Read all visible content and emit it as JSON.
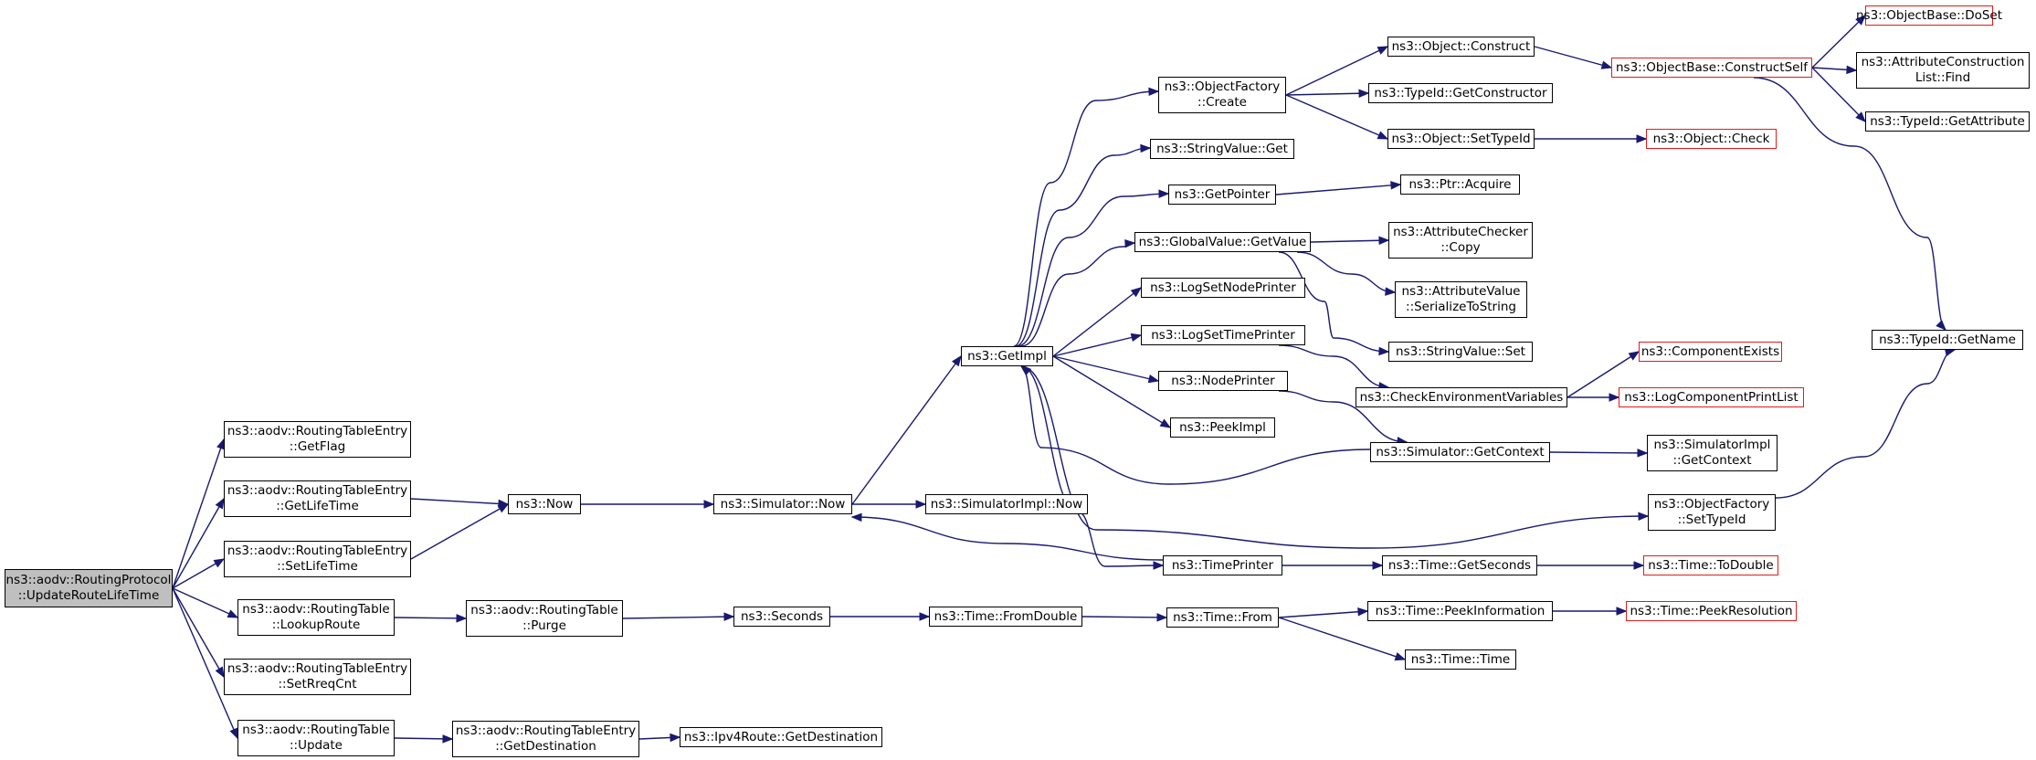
{
  "graph": {
    "type": "call-graph",
    "nodes": [
      {
        "id": "root",
        "lines": [
          "ns3::aodv::RoutingProtocol",
          "::UpdateRouteLifeTime"
        ],
        "highlight": true,
        "truncated": false
      },
      {
        "id": "rte-getflag",
        "lines": [
          "ns3::aodv::RoutingTableEntry",
          "::GetFlag"
        ],
        "highlight": false,
        "truncated": false
      },
      {
        "id": "rte-getlifetime",
        "lines": [
          "ns3::aodv::RoutingTableEntry",
          "::GetLifeTime"
        ],
        "highlight": false,
        "truncated": false
      },
      {
        "id": "rte-setlifetime",
        "lines": [
          "ns3::aodv::RoutingTableEntry",
          "::SetLifeTime"
        ],
        "highlight": false,
        "truncated": false
      },
      {
        "id": "rt-lookuproute",
        "lines": [
          "ns3::aodv::RoutingTable",
          "::LookupRoute"
        ],
        "highlight": false,
        "truncated": false
      },
      {
        "id": "rte-setrreqcnt",
        "lines": [
          "ns3::aodv::RoutingTableEntry",
          "::SetRreqCnt"
        ],
        "highlight": false,
        "truncated": false
      },
      {
        "id": "rt-update",
        "lines": [
          "ns3::aodv::RoutingTable",
          "::Update"
        ],
        "highlight": false,
        "truncated": false
      },
      {
        "id": "now",
        "lines": [
          "ns3::Now"
        ],
        "highlight": false,
        "truncated": false
      },
      {
        "id": "rt-purge",
        "lines": [
          "ns3::aodv::RoutingTable",
          "::Purge"
        ],
        "highlight": false,
        "truncated": false
      },
      {
        "id": "rte-getdestination",
        "lines": [
          "ns3::aodv::RoutingTableEntry",
          "::GetDestination"
        ],
        "highlight": false,
        "truncated": false
      },
      {
        "id": "sim-now",
        "lines": [
          "ns3::Simulator::Now"
        ],
        "highlight": false,
        "truncated": false
      },
      {
        "id": "seconds",
        "lines": [
          "ns3::Seconds"
        ],
        "highlight": false,
        "truncated": false
      },
      {
        "id": "ipv4route-getdest",
        "lines": [
          "ns3::Ipv4Route::GetDestination"
        ],
        "highlight": false,
        "truncated": false
      },
      {
        "id": "simimpl-now",
        "lines": [
          "ns3::SimulatorImpl::Now"
        ],
        "highlight": false,
        "truncated": false
      },
      {
        "id": "time-fromdouble",
        "lines": [
          "ns3::Time::FromDouble"
        ],
        "highlight": false,
        "truncated": false
      },
      {
        "id": "getimpl",
        "lines": [
          "ns3::GetImpl"
        ],
        "highlight": false,
        "truncated": false
      },
      {
        "id": "objfactory-create",
        "lines": [
          "ns3::ObjectFactory",
          "::Create"
        ],
        "highlight": false,
        "truncated": false
      },
      {
        "id": "stringvalue-get",
        "lines": [
          "ns3::StringValue::Get"
        ],
        "highlight": false,
        "truncated": false
      },
      {
        "id": "getpointer",
        "lines": [
          "ns3::GetPointer"
        ],
        "highlight": false,
        "truncated": false
      },
      {
        "id": "globalvalue-getvalue",
        "lines": [
          "ns3::GlobalValue::GetValue"
        ],
        "highlight": false,
        "truncated": false
      },
      {
        "id": "logsetnodeprinter",
        "lines": [
          "ns3::LogSetNodePrinter"
        ],
        "highlight": false,
        "truncated": false
      },
      {
        "id": "logsettimeprinter",
        "lines": [
          "ns3::LogSetTimePrinter"
        ],
        "highlight": false,
        "truncated": false
      },
      {
        "id": "nodeprinter",
        "lines": [
          "ns3::NodePrinter"
        ],
        "highlight": false,
        "truncated": false
      },
      {
        "id": "peekimpl",
        "lines": [
          "ns3::PeekImpl"
        ],
        "highlight": false,
        "truncated": false
      },
      {
        "id": "timeprinter",
        "lines": [
          "ns3::TimePrinter"
        ],
        "highlight": false,
        "truncated": false
      },
      {
        "id": "time-from",
        "lines": [
          "ns3::Time::From"
        ],
        "highlight": false,
        "truncated": false
      },
      {
        "id": "object-construct",
        "lines": [
          "ns3::Object::Construct"
        ],
        "highlight": false,
        "truncated": false
      },
      {
        "id": "typeid-getconstructor",
        "lines": [
          "ns3::TypeId::GetConstructor"
        ],
        "highlight": false,
        "truncated": false
      },
      {
        "id": "object-settypeid",
        "lines": [
          "ns3::Object::SetTypeId"
        ],
        "highlight": false,
        "truncated": false
      },
      {
        "id": "ptr-acquire",
        "lines": [
          "ns3::Ptr::Acquire"
        ],
        "highlight": false,
        "truncated": false
      },
      {
        "id": "attrchecker-copy",
        "lines": [
          "ns3::AttributeChecker",
          "::Copy"
        ],
        "highlight": false,
        "truncated": false
      },
      {
        "id": "attrvalue-serialize",
        "lines": [
          "ns3::AttributeValue",
          "::SerializeToString"
        ],
        "highlight": false,
        "truncated": false
      },
      {
        "id": "stringvalue-set",
        "lines": [
          "ns3::StringValue::Set"
        ],
        "highlight": false,
        "truncated": false
      },
      {
        "id": "checkenvvars",
        "lines": [
          "ns3::CheckEnvironmentVariables"
        ],
        "highlight": false,
        "truncated": false
      },
      {
        "id": "sim-getcontext",
        "lines": [
          "ns3::Simulator::GetContext"
        ],
        "highlight": false,
        "truncated": false
      },
      {
        "id": "time-getseconds",
        "lines": [
          "ns3::Time::GetSeconds"
        ],
        "highlight": false,
        "truncated": false
      },
      {
        "id": "time-peekinformation",
        "lines": [
          "ns3::Time::PeekInformation"
        ],
        "highlight": false,
        "truncated": false
      },
      {
        "id": "time-time",
        "lines": [
          "ns3::Time::Time"
        ],
        "highlight": false,
        "truncated": false
      },
      {
        "id": "objbase-constructself",
        "lines": [
          "ns3::ObjectBase::ConstructSelf"
        ],
        "highlight": false,
        "truncated": true
      },
      {
        "id": "object-check",
        "lines": [
          "ns3::Object::Check"
        ],
        "highlight": false,
        "truncated": true
      },
      {
        "id": "componentexists",
        "lines": [
          "ns3::ComponentExists"
        ],
        "highlight": false,
        "truncated": true
      },
      {
        "id": "logcomponentprintlist",
        "lines": [
          "ns3::LogComponentPrintList"
        ],
        "highlight": false,
        "truncated": true
      },
      {
        "id": "simimpl-getcontext",
        "lines": [
          "ns3::SimulatorImpl",
          "::GetContext"
        ],
        "highlight": false,
        "truncated": false
      },
      {
        "id": "objfactory-settypeid",
        "lines": [
          "ns3::ObjectFactory",
          "::SetTypeId"
        ],
        "highlight": false,
        "truncated": false
      },
      {
        "id": "time-todouble",
        "lines": [
          "ns3::Time::ToDouble"
        ],
        "highlight": false,
        "truncated": true
      },
      {
        "id": "time-peekresolution",
        "lines": [
          "ns3::Time::PeekResolution"
        ],
        "highlight": false,
        "truncated": true
      },
      {
        "id": "objbase-doset",
        "lines": [
          "ns3::ObjectBase::DoSet"
        ],
        "highlight": false,
        "truncated": true
      },
      {
        "id": "attrconstructionlist-find",
        "lines": [
          "ns3::AttributeConstruction",
          "List::Find"
        ],
        "highlight": false,
        "truncated": false
      },
      {
        "id": "typeid-getattribute",
        "lines": [
          "ns3::TypeId::GetAttribute"
        ],
        "highlight": false,
        "truncated": false
      },
      {
        "id": "typeid-getname",
        "lines": [
          "ns3::TypeId::GetName"
        ],
        "highlight": false,
        "truncated": false
      }
    ],
    "edges": [
      [
        "root",
        "rte-getflag"
      ],
      [
        "root",
        "rte-getlifetime"
      ],
      [
        "root",
        "rte-setlifetime"
      ],
      [
        "root",
        "rt-lookuproute"
      ],
      [
        "root",
        "rte-setrreqcnt"
      ],
      [
        "root",
        "rt-update"
      ],
      [
        "rte-getlifetime",
        "now"
      ],
      [
        "rte-setlifetime",
        "now"
      ],
      [
        "now",
        "sim-now"
      ],
      [
        "sim-now",
        "simimpl-now"
      ],
      [
        "sim-now",
        "getimpl"
      ],
      [
        "rt-lookuproute",
        "rt-purge"
      ],
      [
        "rt-purge",
        "seconds"
      ],
      [
        "seconds",
        "time-fromdouble"
      ],
      [
        "time-fromdouble",
        "time-from"
      ],
      [
        "time-from",
        "time-peekinformation"
      ],
      [
        "time-from",
        "time-time"
      ],
      [
        "time-peekinformation",
        "time-peekresolution"
      ],
      [
        "rt-update",
        "rte-getdestination"
      ],
      [
        "rte-getdestination",
        "ipv4route-getdest"
      ],
      [
        "getimpl",
        "objfactory-create"
      ],
      [
        "getimpl",
        "stringvalue-get"
      ],
      [
        "getimpl",
        "getpointer"
      ],
      [
        "getimpl",
        "globalvalue-getvalue"
      ],
      [
        "getimpl",
        "logsetnodeprinter"
      ],
      [
        "getimpl",
        "logsettimeprinter"
      ],
      [
        "getimpl",
        "nodeprinter"
      ],
      [
        "getimpl",
        "peekimpl"
      ],
      [
        "getimpl",
        "timeprinter"
      ],
      [
        "getimpl",
        "objfactory-settypeid"
      ],
      [
        "timeprinter",
        "sim-now"
      ],
      [
        "timeprinter",
        "time-getseconds"
      ],
      [
        "time-getseconds",
        "time-todouble"
      ],
      [
        "sim-getcontext",
        "getimpl"
      ],
      [
        "sim-getcontext",
        "simimpl-getcontext"
      ],
      [
        "nodeprinter",
        "sim-getcontext"
      ],
      [
        "logsettimeprinter",
        "checkenvvars"
      ],
      [
        "checkenvvars",
        "componentexists"
      ],
      [
        "checkenvvars",
        "logcomponentprintlist"
      ],
      [
        "objfactory-create",
        "object-construct"
      ],
      [
        "objfactory-create",
        "typeid-getconstructor"
      ],
      [
        "objfactory-create",
        "object-settypeid"
      ],
      [
        "object-construct",
        "objbase-constructself"
      ],
      [
        "object-settypeid",
        "object-check"
      ],
      [
        "getpointer",
        "ptr-acquire"
      ],
      [
        "globalvalue-getvalue",
        "attrchecker-copy"
      ],
      [
        "globalvalue-getvalue",
        "attrvalue-serialize"
      ],
      [
        "globalvalue-getvalue",
        "stringvalue-set"
      ],
      [
        "objbase-constructself",
        "objbase-doset"
      ],
      [
        "objbase-constructself",
        "attrconstructionlist-find"
      ],
      [
        "objbase-constructself",
        "typeid-getattribute"
      ],
      [
        "objbase-constructself",
        "typeid-getname"
      ],
      [
        "objfactory-settypeid",
        "typeid-getname"
      ]
    ]
  }
}
